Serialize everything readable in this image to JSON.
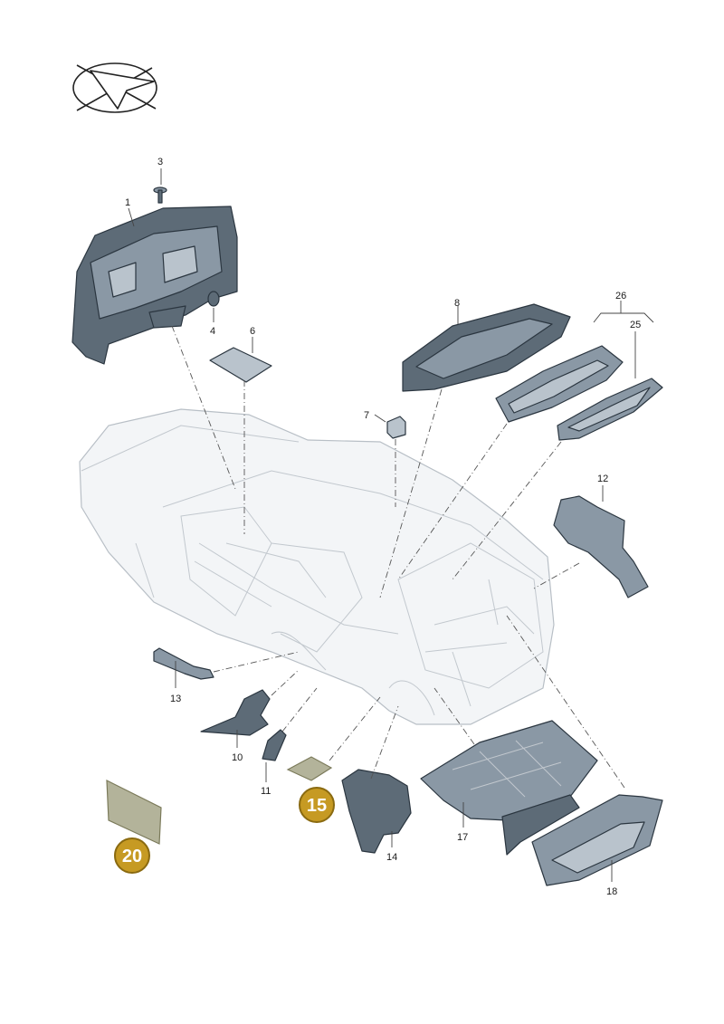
{
  "callouts": {
    "c1": "1",
    "c3": "3",
    "c4": "4",
    "c6": "6",
    "c7": "7",
    "c8": "8",
    "c26": "26",
    "c25": "25",
    "c12": "12",
    "c13": "13",
    "c10": "10",
    "c11": "11",
    "c14": "14",
    "c17": "17",
    "c18": "18"
  },
  "badges": {
    "b15": "15",
    "b20": "20"
  },
  "colors": {
    "badge": "#c69a23",
    "badge_ring": "#8a6a10",
    "pad": "#b3b39a"
  },
  "icons": {
    "orientation": "arrow-direction-icon"
  }
}
